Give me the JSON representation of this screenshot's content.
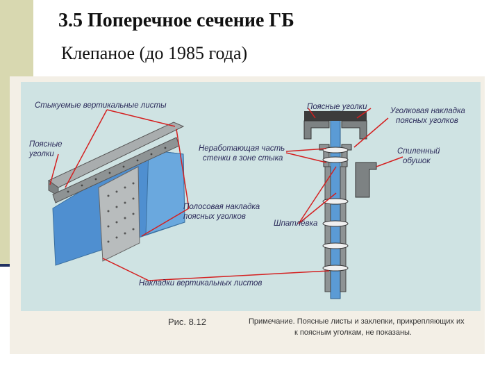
{
  "slide": {
    "title": "3.5 Поперечное сечение ГБ",
    "subtitle": "Клепаное (до 1985 года)"
  },
  "figure": {
    "labels": {
      "butt_vertical_sheets": "Стыкуемые вертикальные листы",
      "flange_angles_left_1": "Поясные",
      "flange_angles_left_2": "уголки",
      "flange_angles_top": "Поясные уголки",
      "angle_overlay_1": "Уголковая накладка",
      "angle_overlay_2": "поясных уголков",
      "idle_web_1": "Неработающая часть",
      "idle_web_2": "стенки в зоне стыка",
      "sawn_heel_1": "Спиленный",
      "sawn_heel_2": "обушок",
      "strip_overlay_1": "Полосовая накладка",
      "strip_overlay_2": "поясных уголков",
      "putty": "Шпатлёвка",
      "vertical_overlays": "Накладки вертикальных листов"
    },
    "figure_number": "Рис. 8.12",
    "note_line1": "Примечание. Поясные листы и заклепки, прикрепляющих их",
    "note_line2": "к поясным уголкам, не показаны."
  },
  "colors": {
    "panel_bg": "#cfe3e3",
    "web_blue": "#5b9bd5",
    "steel": "#8a8f90",
    "leader_red": "#d42020",
    "label_text": "#2b2b5a"
  }
}
